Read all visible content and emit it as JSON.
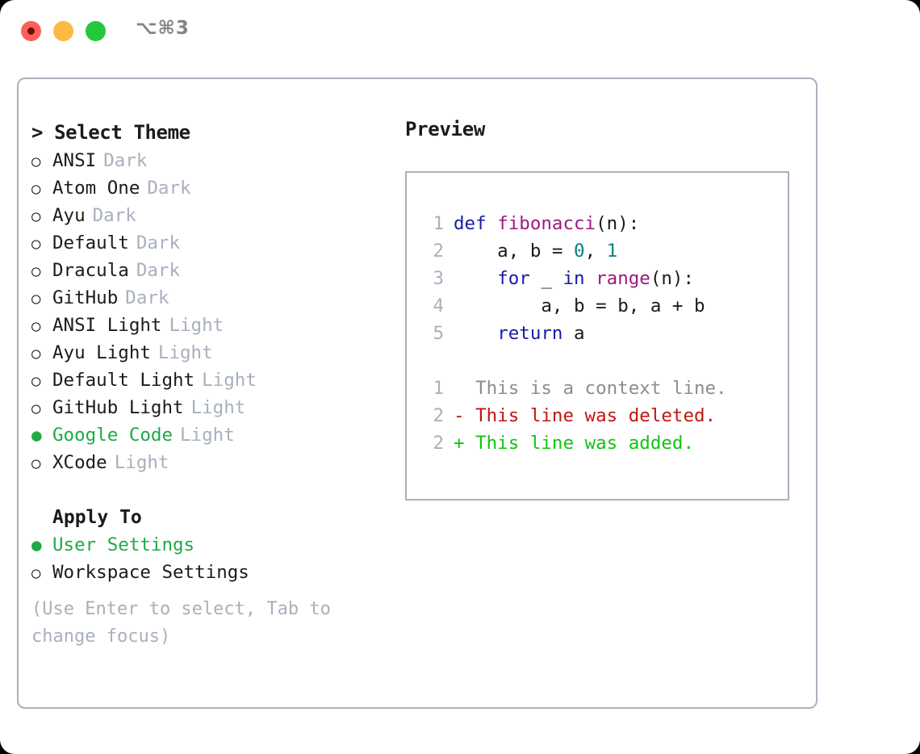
{
  "titlebar": {
    "buttons": [
      {
        "name": "close",
        "color": "#fc6058"
      },
      {
        "name": "minimize",
        "color": "#fcbb40"
      },
      {
        "name": "maximize",
        "color": "#22c93e"
      }
    ],
    "shortcut": "⌥⌘3"
  },
  "left": {
    "heading": "> Select Theme",
    "themes": [
      {
        "marker": "○",
        "name": "ANSI",
        "variant": "Dark",
        "selected": false
      },
      {
        "marker": "○",
        "name": "Atom One",
        "variant": "Dark",
        "selected": false
      },
      {
        "marker": "○",
        "name": "Ayu",
        "variant": "Dark",
        "selected": false
      },
      {
        "marker": "○",
        "name": "Default",
        "variant": "Dark",
        "selected": false
      },
      {
        "marker": "○",
        "name": "Dracula",
        "variant": "Dark",
        "selected": false
      },
      {
        "marker": "○",
        "name": "GitHub",
        "variant": "Dark",
        "selected": false
      },
      {
        "marker": "○",
        "name": "ANSI Light",
        "variant": "Light",
        "selected": false
      },
      {
        "marker": "○",
        "name": "Ayu Light",
        "variant": "Light",
        "selected": false
      },
      {
        "marker": "○",
        "name": "Default Light",
        "variant": "Light",
        "selected": false
      },
      {
        "marker": "○",
        "name": "GitHub Light",
        "variant": "Light",
        "selected": false
      },
      {
        "marker": "●",
        "name": "Google Code",
        "variant": "Light",
        "selected": true
      },
      {
        "marker": "○",
        "name": "XCode",
        "variant": "Light",
        "selected": false
      }
    ],
    "apply_to_heading": "Apply To",
    "apply_to": [
      {
        "marker": "●",
        "name": "User Settings",
        "selected": true
      },
      {
        "marker": "○",
        "name": "Workspace Settings",
        "selected": false
      }
    ],
    "hint": "(Use Enter to select, Tab to change focus)"
  },
  "right": {
    "title": "Preview",
    "code_lines": [
      {
        "ln": "1",
        "tokens": [
          {
            "t": "def",
            "c": "kw"
          },
          {
            "t": " ",
            "c": "pl"
          },
          {
            "t": "fibonacci",
            "c": "fn"
          },
          {
            "t": "(n):",
            "c": "pl"
          }
        ]
      },
      {
        "ln": "2",
        "tokens": [
          {
            "t": "    a, b = ",
            "c": "pl"
          },
          {
            "t": "0",
            "c": "num"
          },
          {
            "t": ", ",
            "c": "pl"
          },
          {
            "t": "1",
            "c": "num"
          }
        ]
      },
      {
        "ln": "3",
        "tokens": [
          {
            "t": "    ",
            "c": "pl"
          },
          {
            "t": "for",
            "c": "kw"
          },
          {
            "t": " _ ",
            "c": "pl"
          },
          {
            "t": "in",
            "c": "kw"
          },
          {
            "t": " ",
            "c": "pl"
          },
          {
            "t": "range",
            "c": "fn"
          },
          {
            "t": "(n):",
            "c": "pl"
          }
        ]
      },
      {
        "ln": "4",
        "tokens": [
          {
            "t": "        a, b = b, a + b",
            "c": "pl"
          }
        ]
      },
      {
        "ln": "5",
        "tokens": [
          {
            "t": "    ",
            "c": "pl"
          },
          {
            "t": "return",
            "c": "kw"
          },
          {
            "t": " a",
            "c": "pl"
          }
        ]
      }
    ],
    "diff_lines": [
      {
        "ln": "1",
        "text": "  This is a context line.",
        "kind": "ctx"
      },
      {
        "ln": "2",
        "text": "- This line was deleted.",
        "kind": "del"
      },
      {
        "ln": "2",
        "text": "+ This line was added.",
        "kind": "add"
      }
    ]
  },
  "colors": {
    "accent_green": "#1faa45",
    "muted": "#a8b0bd",
    "border": "#aab2c0",
    "keyword": "#1a1aa6",
    "function": "#9c1a7d",
    "number": "#0d7f80",
    "diff_context": "#8d8d8d",
    "diff_deleted": "#c01712",
    "diff_added": "#11c411"
  }
}
